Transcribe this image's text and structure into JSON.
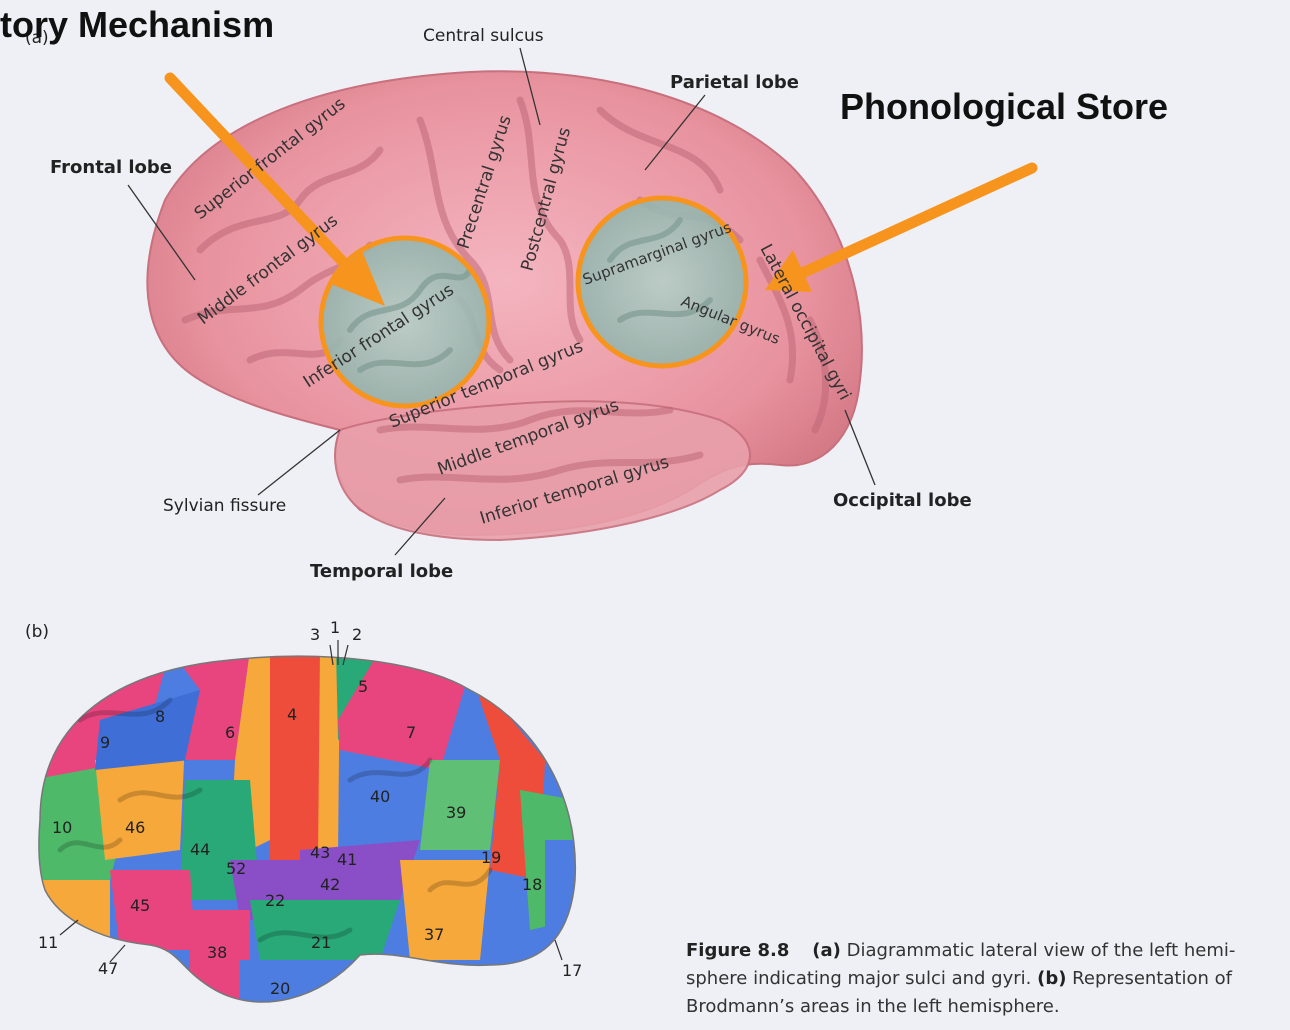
{
  "overlay": {
    "left_title": "tory Mechanism",
    "right_title": "Phonological Store",
    "accent_color": "#f7941d"
  },
  "panel_a": {
    "label": "(a)",
    "lobes": {
      "frontal": "Frontal lobe",
      "parietal": "Parietal lobe",
      "temporal": "Temporal lobe",
      "occipital": "Occipital lobe"
    },
    "sulci": {
      "central": "Central sulcus",
      "sylvian": "Sylvian fissure"
    },
    "gyri": {
      "superior_frontal": "Superior frontal gyrus",
      "middle_frontal": "Middle frontal gyrus",
      "inferior_frontal": "Inferior frontal gyrus",
      "precentral": "Precentral gyrus",
      "postcentral": "Postcentral gyrus",
      "supramarginal": "Supramarginal gyrus",
      "angular": "Angular gyrus",
      "lateral_occipital": "Lateral occipital gyri",
      "superior_temporal": "Superior temporal gyrus",
      "middle_temporal": "Middle temporal gyrus",
      "inferior_temporal": "Inferior temporal gyrus"
    }
  },
  "panel_b": {
    "label": "(b)",
    "areas": [
      "3",
      "1",
      "2",
      "5",
      "8",
      "4",
      "7",
      "9",
      "6",
      "40",
      "39",
      "10",
      "46",
      "44",
      "43",
      "41",
      "19",
      "52",
      "42",
      "18",
      "45",
      "22",
      "37",
      "11",
      "38",
      "21",
      "47",
      "20",
      "17"
    ]
  },
  "caption": {
    "figure": "Figure 8.8",
    "a_tag": "(a)",
    "a_text": "Diagrammatic lateral view of the left hemi-sphere indicating major sulci and gyri.",
    "b_tag": "(b)",
    "b_text": "Representation of Brodmann’s areas in the left hemisphere."
  }
}
